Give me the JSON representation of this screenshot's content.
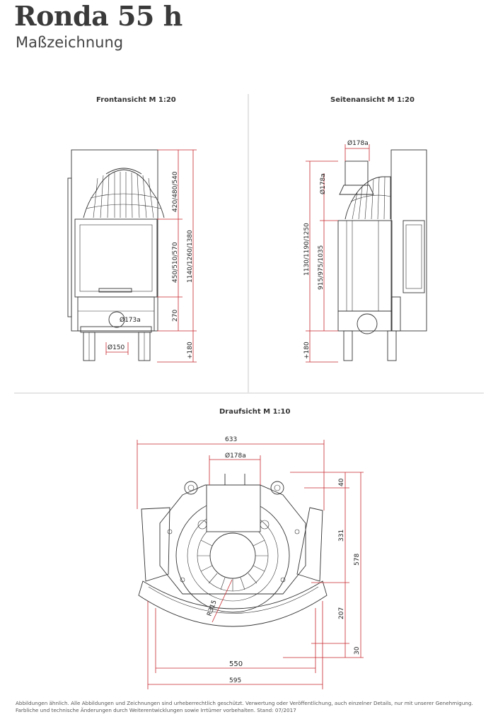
{
  "header": {
    "title": "Ronda 55 h",
    "subtitle": "Maßzeichnung"
  },
  "views": {
    "front": {
      "label": "Frontansicht M 1:20",
      "dims": {
        "top": "420/480/540",
        "middle": "450/510/570",
        "bottom": "270",
        "total": "1140/1260/1380",
        "legs": "+180",
        "flue": "Ø173a",
        "outlet": "Ø150"
      }
    },
    "side": {
      "label": "Seitenansicht M 1:20",
      "dims": {
        "flue_top": "Ø178a",
        "flue_side": "Ø178a",
        "total": "1130/1190/1250",
        "inner": "915/975/1035",
        "legs": "+180"
      }
    },
    "top": {
      "label": "Draufsicht M 1:10",
      "dims": {
        "width_total": "633",
        "flue": "Ø178a",
        "d40": "40",
        "d331": "331",
        "d578": "578",
        "d207": "207",
        "d30": "30",
        "radius": "R315",
        "w550": "550",
        "w595": "595"
      }
    }
  },
  "footer": {
    "line1": "Abbildungen ähnlich. Alle Abbildungen und Zeichnungen sind urheberrechtlich geschützt. Verwertung oder Veröffentlichung, auch einzelner Details, nur mit unserer Genehmigung.",
    "line2": "Farbliche und technische Änderungen durch Weiterentwicklungen sowie Irrtümer vorbehalten. Stand: 07/2017"
  },
  "colors": {
    "dimension": "#c8282e",
    "line": "#333333",
    "divider": "#bbbbbb"
  }
}
